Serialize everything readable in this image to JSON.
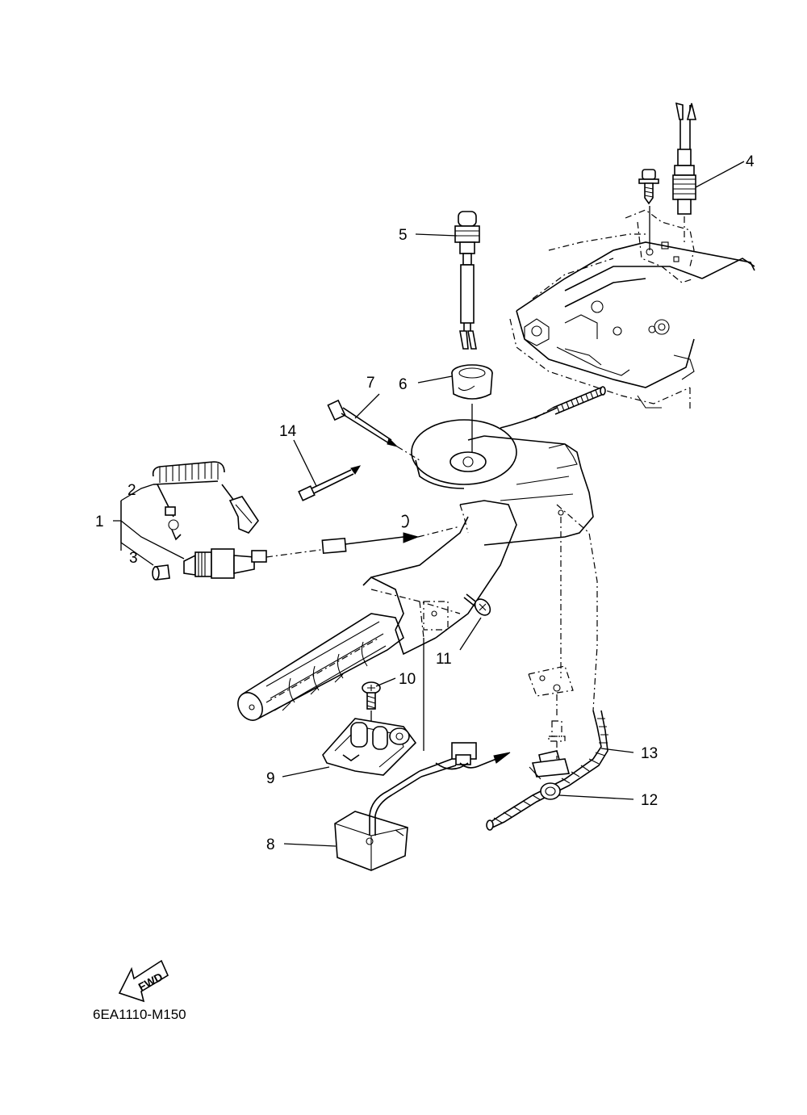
{
  "diagram": {
    "code": "6EA1110-M150",
    "fwd_label": "FWD",
    "callouts": {
      "c1": "1",
      "c2": "2",
      "c3": "3",
      "c4": "4",
      "c5": "5",
      "c6": "6",
      "c7": "7",
      "c8": "8",
      "c9": "9",
      "c10": "10",
      "c11": "11",
      "c12": "12",
      "c13": "13",
      "c14": "14"
    }
  }
}
